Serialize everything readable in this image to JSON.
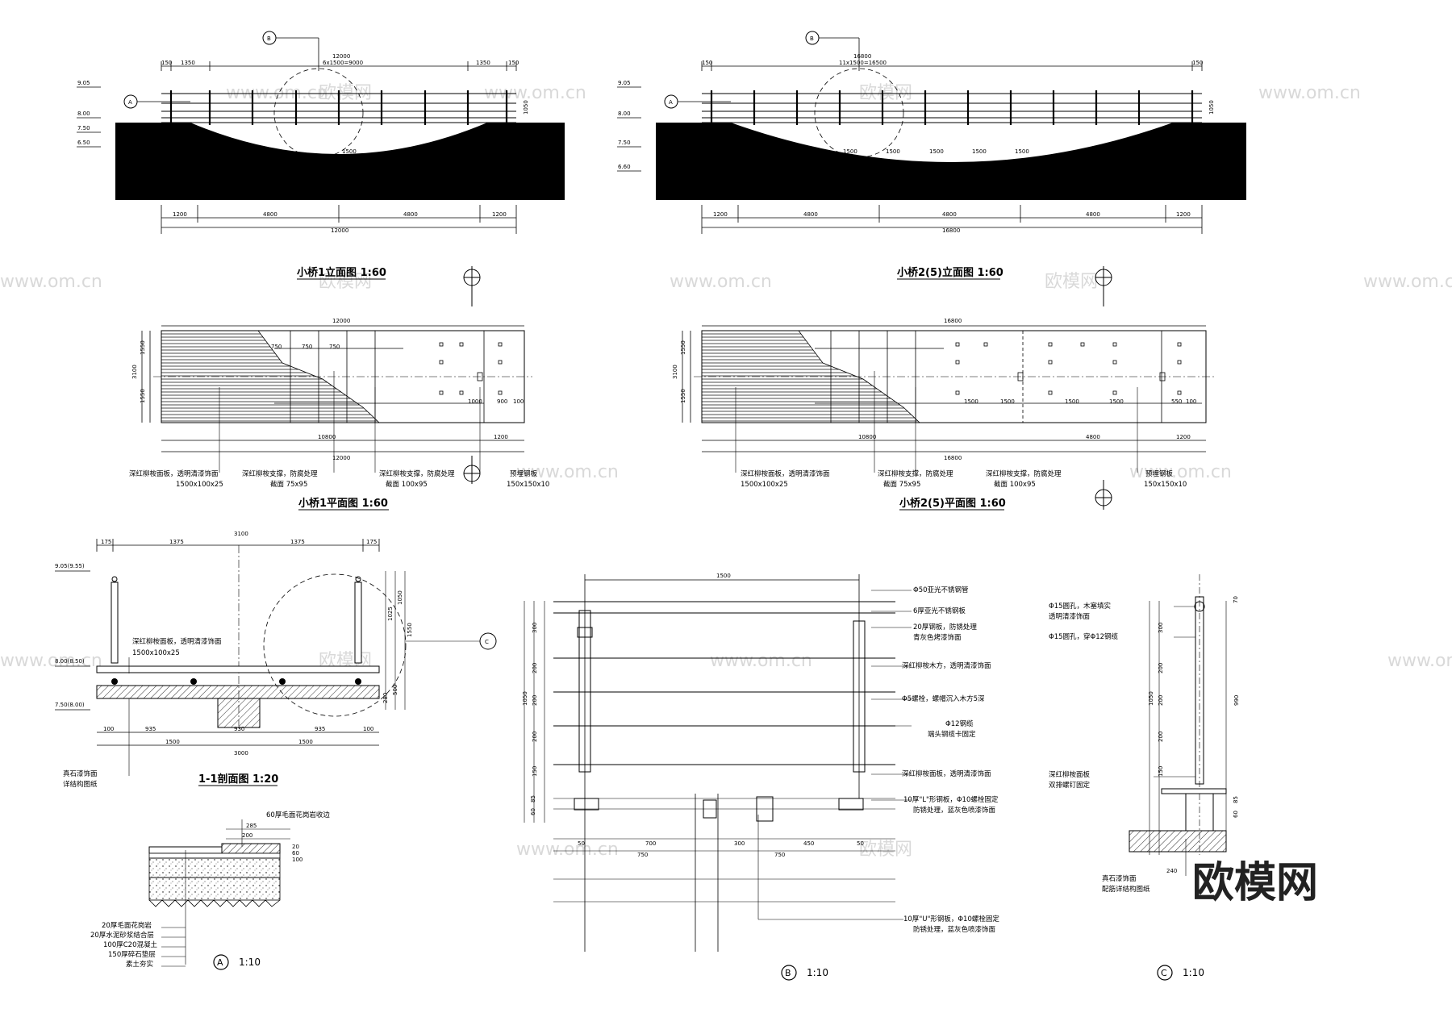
{
  "watermark": "www.om.cn",
  "brand": "欧模网",
  "bridge1_elev": {
    "title": "小桥1立面图 1:60",
    "levels": [
      "9.05",
      "8.00",
      "7.50",
      "6.50"
    ],
    "top_dims": [
      "150",
      "1350",
      "12000",
      "6x1500=9000",
      "1350",
      "150"
    ],
    "bot_dims": [
      "1200",
      "4800",
      "12000",
      "4800",
      "1200"
    ],
    "side_dim": "1050",
    "mid_dim": "1500",
    "callout_a": "A",
    "callout_b": "B"
  },
  "bridge2_elev": {
    "title": "小桥2(5)立面图 1:60",
    "levels": [
      "9.05",
      "8.00",
      "7.50",
      "6.60"
    ],
    "top_dims": [
      "150",
      "16800",
      "11x1500=16500",
      "150"
    ],
    "bot_dims": [
      "1200",
      "4800",
      "16800",
      "4800",
      "4800",
      "1200"
    ],
    "mid_dims": [
      "1500",
      "1500",
      "1500",
      "1500",
      "1500"
    ],
    "side_dim": "1050"
  },
  "bridge1_plan": {
    "title": "小桥1平面图 1:60",
    "width": "12000",
    "sub_width": "10800",
    "end_dim": "1200",
    "side_dims": [
      "1550",
      "3100",
      "1550"
    ],
    "inner_dims": [
      "750",
      "750",
      "750",
      "1000",
      "900",
      "100"
    ],
    "notes": [
      "深红柳桉面板，透明清漆饰面",
      "1500x100x25",
      "深红柳桉支撑，防腐处理",
      "截面 75x95",
      "深红柳桉支撑，防腐处理",
      "截面 100x95",
      "预埋钢板",
      "150x150x10"
    ]
  },
  "bridge2_plan": {
    "title": "小桥2(5)平面图 1:60",
    "width": "16800",
    "sub_width": "10800",
    "mid_width": "4800",
    "end_dim": "1200",
    "side_dims": [
      "1550",
      "3100",
      "1550"
    ],
    "inner_dims": [
      "1500",
      "1500",
      "1500",
      "1500",
      "550",
      "100"
    ],
    "notes": [
      "深红柳桉面板，透明清漆饰面",
      "1500x100x25",
      "深红柳桉支撑，防腐处理",
      "截面 75x95",
      "深红柳桉支撑，防腐处理",
      "截面 100x95",
      "预埋钢板",
      "150x150x10"
    ]
  },
  "section11": {
    "title": "1-1剖面图 1:20",
    "top_dims": [
      "175",
      "1375",
      "3100",
      "1375",
      "175"
    ],
    "levels": [
      "9.05(9.55)",
      "8.00(8.50)",
      "7.50(8.00)"
    ],
    "bot_dims": [
      "100",
      "935",
      "1500",
      "930",
      "1500",
      "935",
      "100",
      "3000"
    ],
    "side_dims": [
      "1025",
      "1050",
      "1550",
      "500",
      "280"
    ],
    "note1": "深红柳桉面板，透明清漆饰面",
    "note1b": "1500x100x25",
    "note2": "真石漆饰面",
    "note3": "详结构图纸",
    "callout_c": "C"
  },
  "detail_a": {
    "label": "A",
    "scale": "1:10",
    "top_note": "60厚毛面花岗岩收边",
    "dims": [
      "285",
      "200",
      "60",
      "20",
      "100"
    ],
    "layers": [
      "20厚毛面花岗岩",
      "20厚水泥砂浆结合层",
      "100厚C20混凝土",
      "150厚碎石垫层",
      "素土夯实"
    ]
  },
  "detail_b": {
    "label": "B",
    "scale": "1:10",
    "top_dim": "1500",
    "left_dims": [
      "300",
      "200",
      "200",
      "200",
      "150",
      "1050",
      "85",
      "60"
    ],
    "bot_dims": [
      "50",
      "700",
      "300",
      "450",
      "750",
      "750",
      "50"
    ],
    "notes": [
      "Φ50亚光不锈钢管",
      "6厚亚光不锈钢板",
      "20厚钢板，防锈处理",
      "青灰色烤漆饰面",
      "深红柳桉木方，透明清漆饰面",
      "Φ5螺栓，螺帽沉入木方5深",
      "Φ12钢缆",
      "端头钢缆卡固定",
      "深红柳桉面板，透明清漆饰面",
      "10厚\"L\"形钢板，Φ10螺栓固定",
      "防锈处理，蓝灰色喷漆饰面",
      "10厚\"U\"形钢板，Φ10螺栓固定",
      "防锈处理，蓝灰色喷漆饰面"
    ]
  },
  "detail_c": {
    "label": "C",
    "scale": "1:10",
    "notes": [
      "Φ15圆孔，木塞填实",
      "透明清漆饰面",
      "Φ15圆孔，穿Φ12钢缆",
      "深红柳桉面板",
      "双排螺钉固定",
      "真石漆饰面",
      "配筋详结构图纸"
    ],
    "dims": [
      "70",
      "300",
      "200",
      "1050",
      "200",
      "200",
      "150",
      "990",
      "85",
      "60",
      "240"
    ]
  }
}
